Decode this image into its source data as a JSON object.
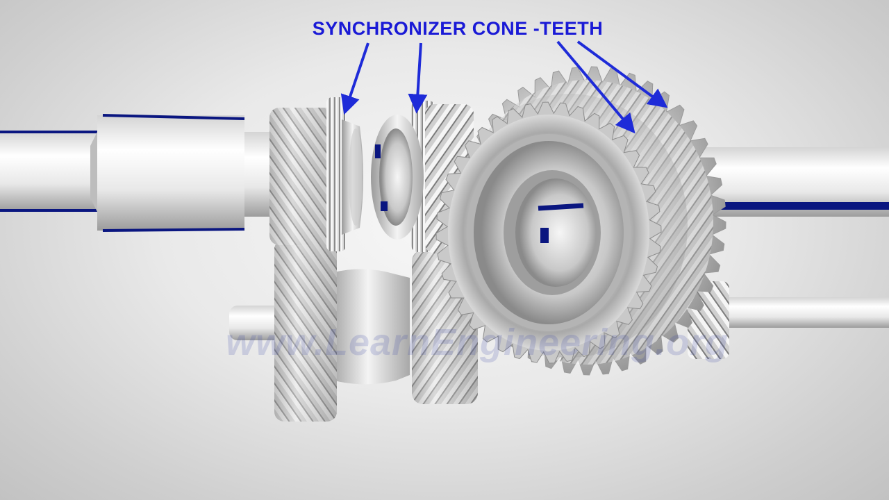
{
  "diagram": {
    "title": "SYNCHRONIZER CONE -TEETH",
    "watermark": "www.LearnEngineering.org",
    "parts": [
      {
        "name": "input-shaft"
      },
      {
        "name": "helical-gear-left"
      },
      {
        "name": "synchronizer-cone-left"
      },
      {
        "name": "synchronizer-cone-right"
      },
      {
        "name": "synchronizer-hub-sleeve"
      },
      {
        "name": "large-helical-gear"
      },
      {
        "name": "countershaft-cluster"
      },
      {
        "name": "output-shaft"
      }
    ],
    "arrows": 4
  },
  "colors": {
    "label": "#1a1ad6",
    "arrow": "#1e2bd8",
    "metal_light": "#f2f2f2",
    "metal_mid": "#b8b8b8",
    "metal_dark": "#6e6e6e",
    "shaft_stripe": "#0a1680",
    "watermark": "#3a46a8"
  }
}
